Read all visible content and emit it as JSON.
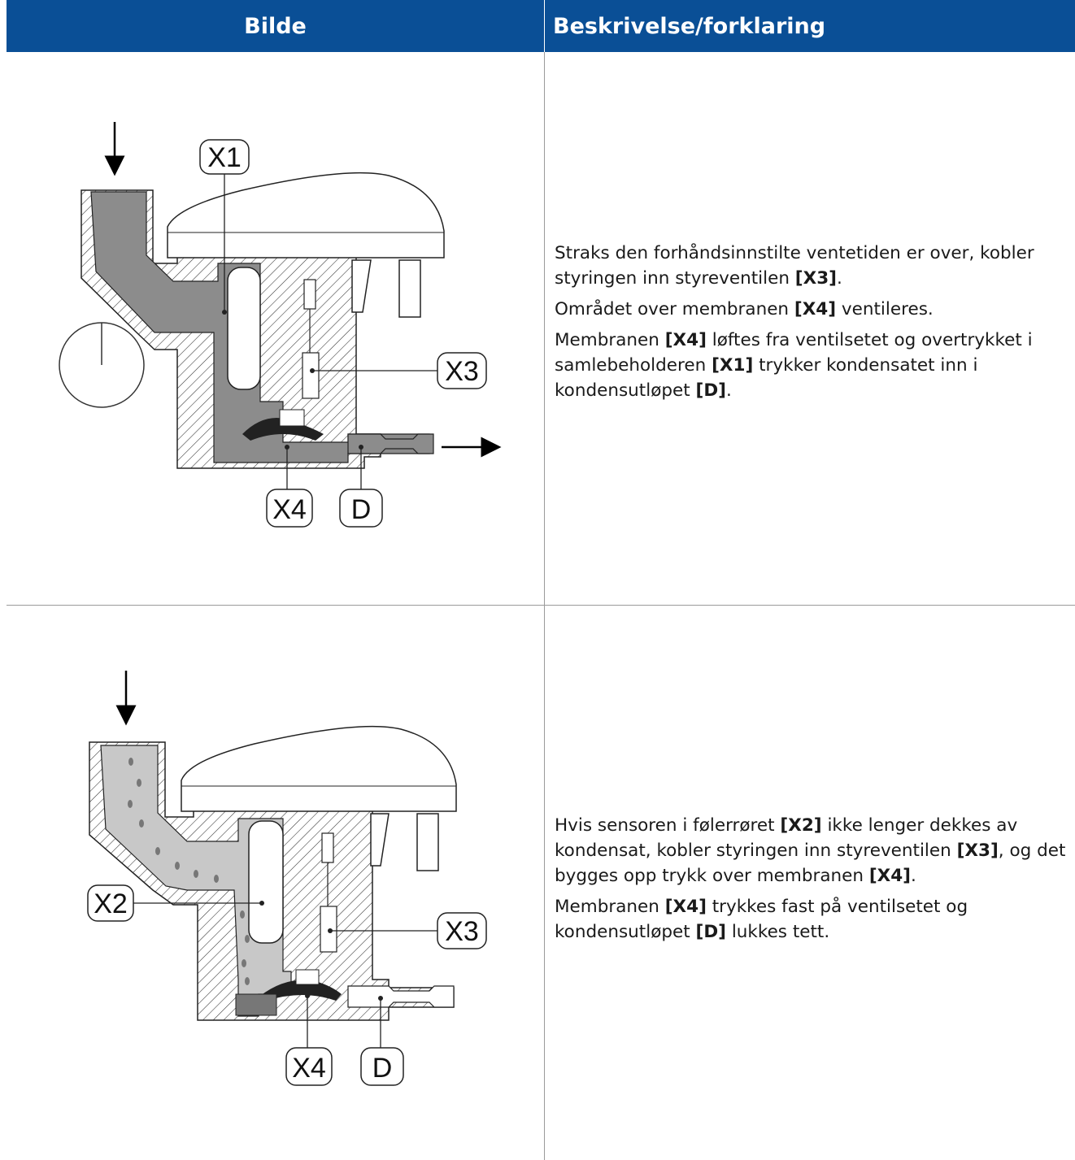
{
  "header": {
    "col1": "Bilde",
    "col2": "Beskrivelse/forklaring"
  },
  "row1": {
    "labels": {
      "x1": "X1",
      "x3": "X3",
      "x4": "X4",
      "d": "D"
    },
    "text": {
      "p1_pre": "Straks den forhåndsinnstilte ventetiden er over, kobler styringen inn styreventilen ",
      "p1_b1": "[X3]",
      "p1_post": ".",
      "p2_pre": "Området over membranen ",
      "p2_b1": "[X4]",
      "p2_post": " ventileres.",
      "p3_pre": "Membranen ",
      "p3_b1": "[X4]",
      "p3_mid1": " løftes fra ventilsetet og overtrykket i samlebeholderen ",
      "p3_b2": "[X1]",
      "p3_mid2": " trykker kondensatet inn i kondensutløpet ",
      "p3_b3": "[D]",
      "p3_post": "."
    }
  },
  "row2": {
    "labels": {
      "x2": "X2",
      "x3": "X3",
      "x4": "X4",
      "d": "D"
    },
    "text": {
      "p1_pre": "Hvis sensoren i følerrøret ",
      "p1_b1": "[X2]",
      "p1_mid1": " ikke lenger dekkes av kondensat, kobler styringen inn styreventilen ",
      "p1_b2": "[X3]",
      "p1_mid2": ", og det bygges opp trykk over membranen ",
      "p1_b3": "[X4]",
      "p1_post": ".",
      "p2_pre": "Membranen ",
      "p2_b1": "[X4]",
      "p2_mid1": " trykkes fast på ventilsetet og kondensutløpet ",
      "p2_b2": "[D]",
      "p2_post": " lukkes tett."
    }
  },
  "colors": {
    "header_bg": "#0a4f96",
    "header_text": "#ffffff",
    "condensate_dark": "#8c8c8c",
    "condensate_light": "#c8c8c8"
  }
}
